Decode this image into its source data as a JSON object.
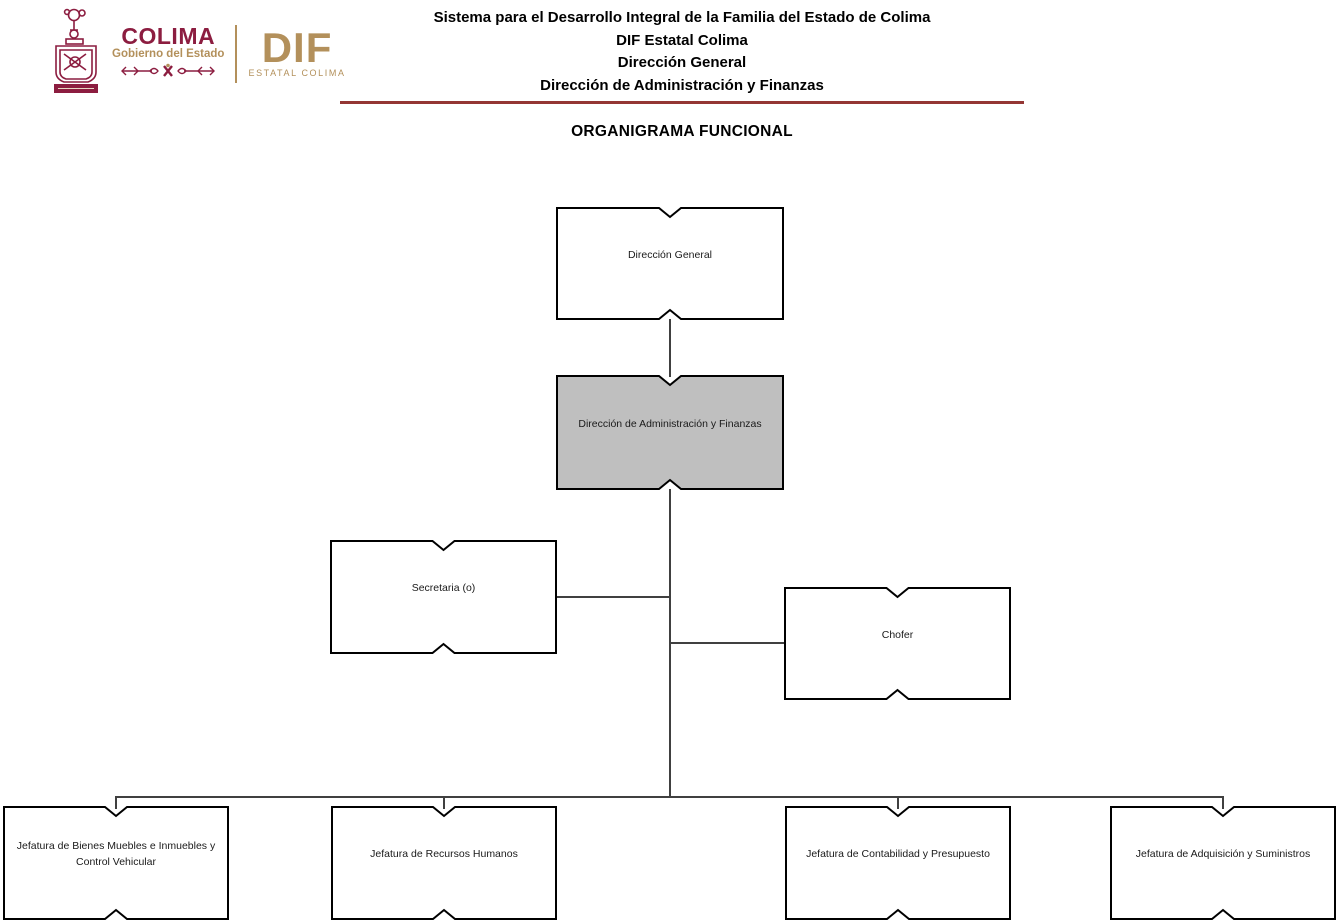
{
  "logo": {
    "colima": "COLIMA",
    "gobierno": "Gobierno del Estado",
    "dif": "DIF",
    "dif_subtitle": "ESTATAL COLIMA"
  },
  "header": {
    "lines": [
      "Sistema para el Desarrollo Integral de la Familia del Estado de Colima",
      "DIF Estatal Colima",
      "Dirección General",
      "Dirección de Administración y Finanzas"
    ],
    "chart_title": "ORGANIGRAMA FUNCIONAL"
  },
  "colors": {
    "maroon": "#8C1D40",
    "gold": "#B3905B",
    "rule_red": "#943634",
    "node_highlight_fill": "#BFBFBF",
    "node_fill": "#FFFFFF",
    "node_border": "#000000",
    "connector": "#404040"
  },
  "nodes": [
    {
      "id": "direccion-general",
      "label": "Dirección General",
      "filled": false,
      "reports_to": null
    },
    {
      "id": "direccion-administracion-finanzas",
      "label": "Dirección de Administración y Finanzas",
      "filled": true,
      "reports_to": "direccion-general"
    },
    {
      "id": "secretaria",
      "label": "Secretaria (o)",
      "filled": false,
      "reports_to": "direccion-administracion-finanzas"
    },
    {
      "id": "chofer",
      "label": "Chofer",
      "filled": false,
      "reports_to": "direccion-administracion-finanzas"
    },
    {
      "id": "jefatura-bienes-muebles-inmuebles-control-vehicular",
      "label": "Jefatura de Bienes Muebles e Inmuebles y Control Vehicular",
      "filled": false,
      "reports_to": "direccion-administracion-finanzas"
    },
    {
      "id": "jefatura-recursos-humanos",
      "label": "Jefatura de Recursos Humanos",
      "filled": false,
      "reports_to": "direccion-administracion-finanzas"
    },
    {
      "id": "jefatura-contabilidad-presupuesto",
      "label": "Jefatura de Contabilidad y Presupuesto",
      "filled": false,
      "reports_to": "direccion-administracion-finanzas"
    },
    {
      "id": "jefatura-adquisicion-suministros",
      "label": "Jefatura de Adquisición y Suministros",
      "filled": false,
      "reports_to": "direccion-administracion-finanzas"
    }
  ]
}
